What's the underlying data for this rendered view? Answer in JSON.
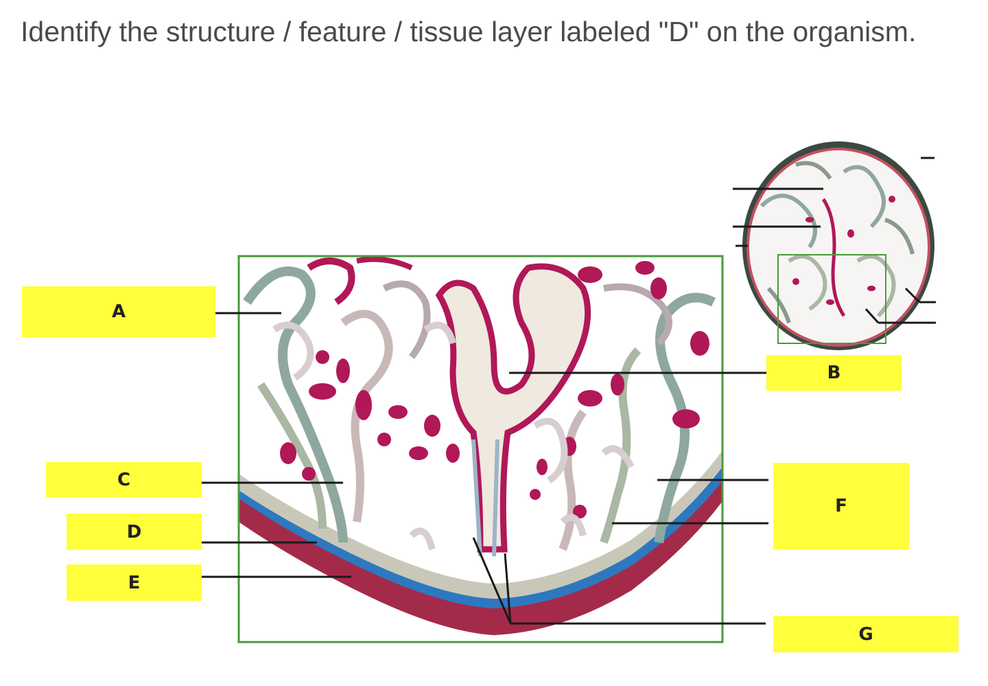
{
  "question": {
    "text": "Identify the structure / feature / tissue layer labeled \"D\"  on the organism."
  },
  "labels": {
    "A": "A",
    "B": "B",
    "C": "C",
    "D": "D",
    "E": "E",
    "F": "F",
    "G": "G"
  },
  "colors": {
    "label_background": "#ffff3c",
    "frame_green": "#4a9a3a",
    "serosa_blue": "#2e78c0",
    "mucosa_magenta": "#b01858",
    "question_text": "#4a4a4a"
  },
  "figure": {
    "icons": [
      "tissue-cross-section-magnified",
      "tissue-cross-section-overview"
    ]
  }
}
